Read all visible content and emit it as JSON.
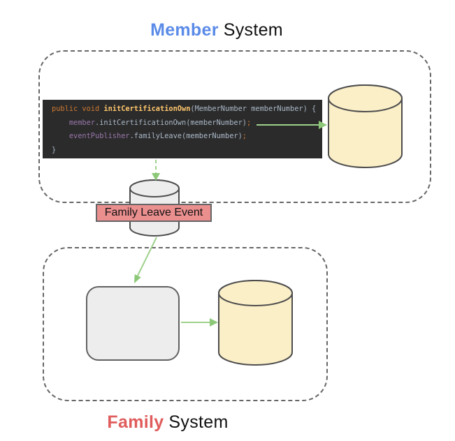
{
  "member_system": {
    "title": {
      "highlight": "Member",
      "rest": "System"
    },
    "code": {
      "lines": [
        {
          "tokens": [
            {
              "t": "public void ",
              "c": "keyword"
            },
            {
              "t": "initCertificationOwn",
              "c": "method"
            },
            {
              "t": "(MemberNumber memberNumber) {",
              "c": "plain"
            }
          ]
        },
        {
          "tokens": [
            {
              "t": "    ",
              "c": "plain"
            },
            {
              "t": "member",
              "c": "field"
            },
            {
              "t": ".initCertificationOwn(memberNumber)",
              "c": "plain"
            },
            {
              "t": ";",
              "c": "keyword"
            }
          ]
        },
        {
          "tokens": [
            {
              "t": "    ",
              "c": "plain"
            },
            {
              "t": "eventPublisher",
              "c": "field"
            },
            {
              "t": ".familyLeave(memberNumber)",
              "c": "plain"
            },
            {
              "t": ";",
              "c": "keyword"
            }
          ]
        },
        {
          "tokens": [
            {
              "t": "}",
              "c": "plain"
            }
          ]
        }
      ]
    }
  },
  "event": {
    "label": "Family Leave Event"
  },
  "family_system": {
    "title": {
      "highlight": "Family",
      "rest": "System"
    }
  },
  "icons": {
    "member_db": "database-cylinder",
    "event_queue": "database-cylinder",
    "family_db": "database-cylinder",
    "family_service": "rounded-box",
    "arrows": [
      "solid-green-right",
      "dashed-green-down",
      "solid-green-down-left",
      "solid-green-right"
    ]
  },
  "colors": {
    "member_highlight": "#5B8BE8",
    "family_highlight": "#E05C5C",
    "arrow_line": "#9FD18C",
    "arrow_head": "#8CC878",
    "db_fill": "#FBEFC8",
    "shape_gray_fill": "#EDEDED",
    "event_fill": "#EA8E8E",
    "shape_stroke": "#4D4D4D",
    "dashed_border": "#666666",
    "code_bg": "#2B2B2B",
    "code_keyword": "#CC7832",
    "code_method": "#FFC66D",
    "code_field": "#9876AA",
    "code_plain": "#A9B7C6"
  }
}
